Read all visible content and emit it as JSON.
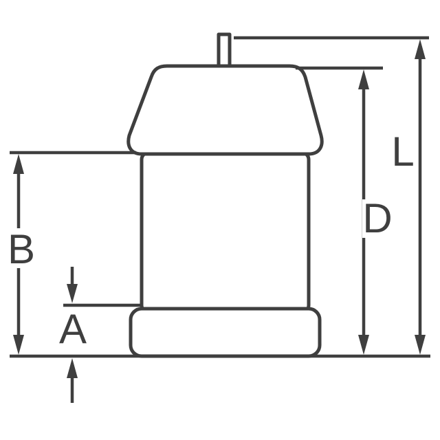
{
  "diagram": {
    "kind": "component-dimension-drawing",
    "labels": {
      "A": "A",
      "B": "B",
      "D": "D",
      "L": "L"
    },
    "colors": {
      "line": "#3f3f3f",
      "background": "#ffffff"
    }
  }
}
